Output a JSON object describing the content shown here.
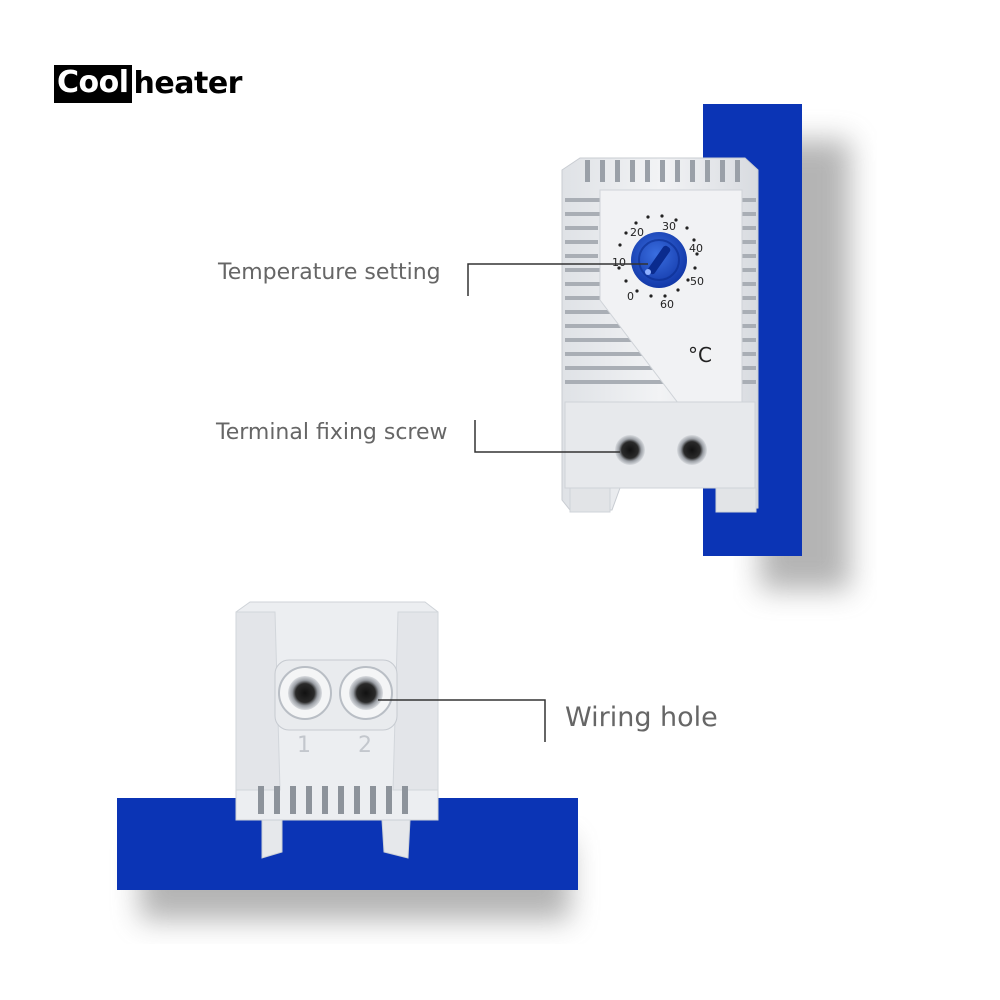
{
  "logo": {
    "part1": "Cool",
    "part2": "heater"
  },
  "labels": {
    "temperature_setting": "Temperature setting",
    "terminal_fixing_screw": "Terminal fixing screw",
    "wiring_hole": "Wiring hole"
  },
  "dial": {
    "scale": [
      "0",
      "10",
      "20",
      "30",
      "40",
      "50",
      "60"
    ],
    "unit": "°C"
  },
  "terminals": [
    "1",
    "2"
  ],
  "colors": {
    "accent_blue": "#0b34b5",
    "device_grey": "#e9ebee",
    "label_text": "#666666"
  }
}
